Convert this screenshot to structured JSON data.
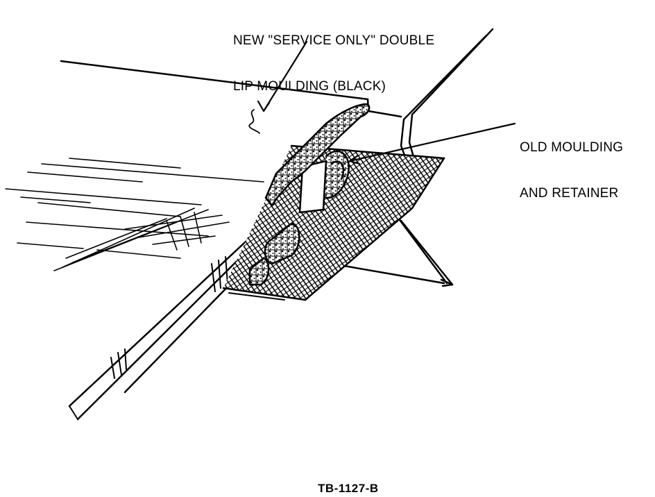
{
  "callouts": {
    "new_moulding": {
      "line1": "NEW \"SERVICE ONLY\" DOUBLE",
      "line2": "LIP MOULDING (BLACK)"
    },
    "old_moulding": {
      "line1": "OLD MOULDING",
      "line2": "AND RETAINER"
    }
  },
  "figure_id": "TB-1127-B",
  "colors": {
    "ink": "#000000",
    "paper": "#ffffff"
  }
}
